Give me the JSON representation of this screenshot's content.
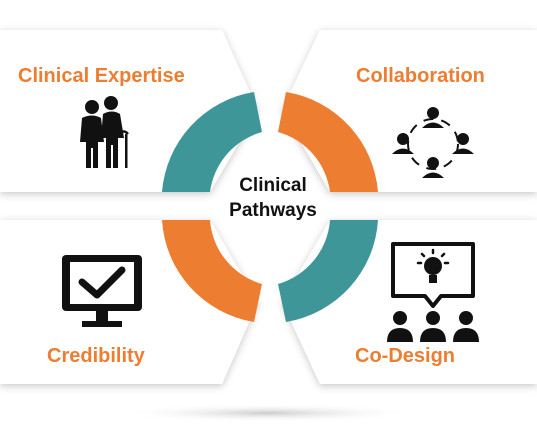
{
  "center": {
    "line1": "Clinical",
    "line2": "Pathways"
  },
  "quadrants": [
    {
      "label": "Clinical Expertise",
      "icon": "elderly-couple-icon"
    },
    {
      "label": "Collaboration",
      "icon": "team-network-icon"
    },
    {
      "label": "Credibility",
      "icon": "monitor-checkmark-icon"
    },
    {
      "label": "Co-Design",
      "icon": "idea-group-icon"
    }
  ],
  "colors": {
    "accent_orange": "#ED7D31",
    "accent_teal": "#3F9699",
    "icon": "#111111",
    "panel": "#ffffff",
    "shadow": "#d6d6d6"
  }
}
